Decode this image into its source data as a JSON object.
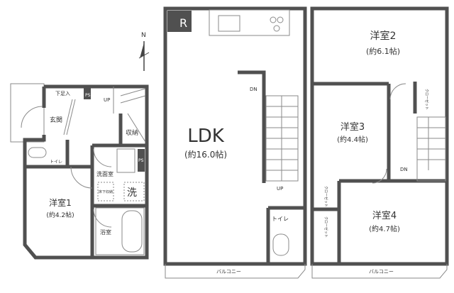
{
  "compass": {
    "north": "N"
  },
  "floor1": {
    "shoe_storage": "下足入",
    "entrance": "玄関",
    "ps_top": "PS",
    "up": "UP",
    "storage": "収納",
    "toilet": "トイレ",
    "ps_side": "PS",
    "washroom": "洗面室",
    "underfloor_storage": "床下収納",
    "washer": "洗",
    "bathroom": "浴室",
    "room1": {
      "name": "洋室1",
      "size": "(約4.2帖)"
    }
  },
  "floor2": {
    "refrigerator": "R",
    "ldk": {
      "name": "LDK",
      "size": "(約16.0帖)"
    },
    "dn": "DN",
    "up": "UP",
    "toilet": "トイレ",
    "balcony": "バルコニー"
  },
  "floor3": {
    "room2": {
      "name": "洋室2",
      "size": "(約6.1帖)"
    },
    "room3": {
      "name": "洋室3",
      "size": "(約4.4帖)"
    },
    "room4": {
      "name": "洋室4",
      "size": "(約4.7帖)"
    },
    "closet_stair": "クローゼット",
    "closet_small": "クローゼット",
    "closet_room4": "クローゼット",
    "dn": "DN",
    "balcony": "バルコニー"
  }
}
